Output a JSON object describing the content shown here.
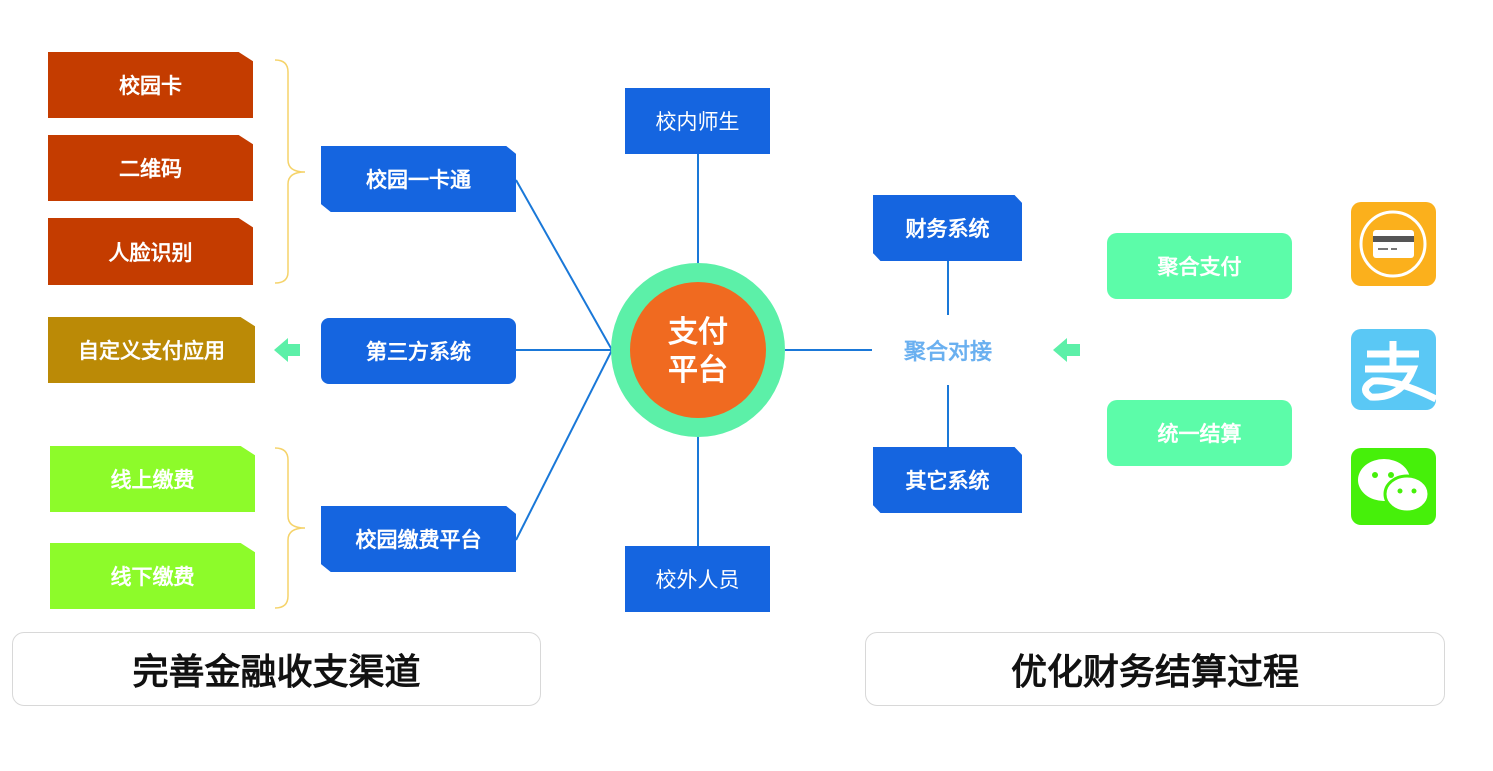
{
  "left": {
    "channels": [
      "校园卡",
      "二维码",
      "人脸识别"
    ],
    "custom": "自定义支付应用",
    "fees": [
      "线上缴费",
      "线下缴费"
    ]
  },
  "mid": {
    "card": "校园一卡通",
    "third": "第三方系统",
    "fee_platform": "校园缴费平台",
    "center": [
      "支付",
      "平台"
    ],
    "inside": "校内师生",
    "outside": "校外人员"
  },
  "right": {
    "finance": "财务系统",
    "other": "其它系统",
    "connect": "聚合对接",
    "agg_pay": "聚合支付",
    "settle": "统一结算"
  },
  "captions": {
    "left": "完善金融收支渠道",
    "right": "优化财务结算过程"
  },
  "icons": [
    "bank-card-icon",
    "alipay-icon",
    "wechat-icon"
  ]
}
